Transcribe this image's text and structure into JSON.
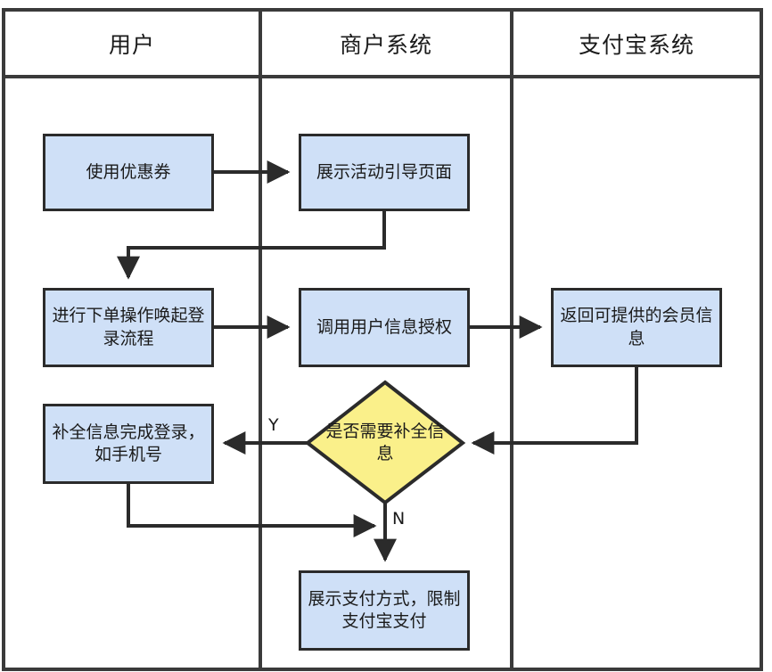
{
  "diagram": {
    "title_visible": false,
    "colors": {
      "process_fill": "#cfe0f7",
      "decision_fill": "#faf08a",
      "stroke": "#2b2b2b",
      "lane_border": "#3a3a3a",
      "background": "#ffffff",
      "text": "#1a1a1a"
    },
    "lanes": [
      {
        "id": "lane-user",
        "label": "用户"
      },
      {
        "id": "lane-merchant",
        "label": "商户系统"
      },
      {
        "id": "lane-alipay",
        "label": "支付宝系统"
      }
    ],
    "nodes": [
      {
        "id": "n1",
        "lane": "lane-user",
        "shape": "process",
        "label": "使用优惠券"
      },
      {
        "id": "n2",
        "lane": "lane-merchant",
        "shape": "process",
        "label": "展示活动引导页面"
      },
      {
        "id": "n3",
        "lane": "lane-user",
        "shape": "process",
        "label": "进行下单操作唤起登录流程"
      },
      {
        "id": "n4",
        "lane": "lane-merchant",
        "shape": "process",
        "label": "调用用户信息授权"
      },
      {
        "id": "n5",
        "lane": "lane-alipay",
        "shape": "process",
        "label": "返回可提供的会员信息"
      },
      {
        "id": "n6",
        "lane": "lane-user",
        "shape": "process",
        "label": "补全信息完成登录，如手机号"
      },
      {
        "id": "n7",
        "lane": "lane-merchant",
        "shape": "decision",
        "label": "是否需要补全信息"
      },
      {
        "id": "n8",
        "lane": "lane-merchant",
        "shape": "process",
        "label": "展示支付方式，限制支付宝支付"
      }
    ],
    "edges": [
      {
        "id": "e1",
        "from": "n1",
        "to": "n2",
        "label": ""
      },
      {
        "id": "e2",
        "from": "n2",
        "to": "n3",
        "label": ""
      },
      {
        "id": "e3",
        "from": "n3",
        "to": "n4",
        "label": ""
      },
      {
        "id": "e4",
        "from": "n4",
        "to": "n5",
        "label": ""
      },
      {
        "id": "e5",
        "from": "n5",
        "to": "n7",
        "label": ""
      },
      {
        "id": "e6",
        "from": "n7",
        "to": "n6",
        "label": "Y"
      },
      {
        "id": "e7",
        "from": "n7",
        "to": "n8",
        "label": "N"
      },
      {
        "id": "e8",
        "from": "n6",
        "to": "n8",
        "label": ""
      }
    ],
    "edge_labels": {
      "yes": "Y",
      "no": "N"
    }
  }
}
